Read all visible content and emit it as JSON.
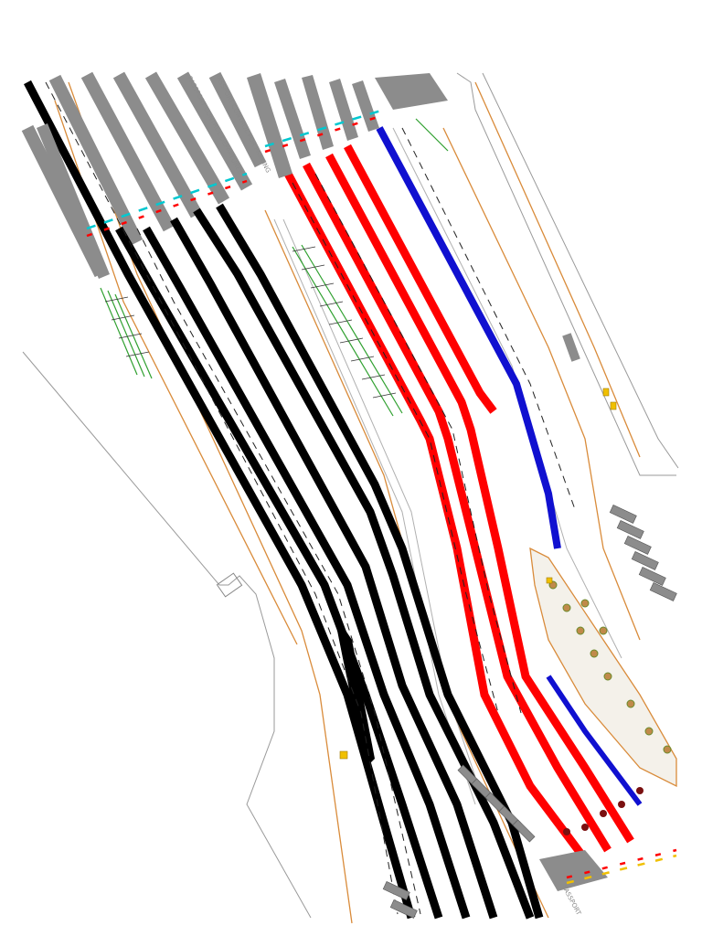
{
  "drawing": {
    "labels": {
      "top_left_1": "PASSPORT CONTROL DEPARTURES",
      "top_left_2": "PASSPORT CONTROL FOR PARKING",
      "bottom_right": "PASSPORT"
    },
    "colors": {
      "background": "#ffffff",
      "lane_black": "#000000",
      "lane_red": "#ff0000",
      "lane_blue": "#1010d0",
      "booth_gray": "#8c8c8c",
      "curb_orange": "#d98b3a",
      "hatch_green": "#2fa02f",
      "marking_cyan": "#00c8d0",
      "marking_yellow": "#f0c000"
    },
    "icons": [
      "booth-icon",
      "parked-vehicle-icon",
      "hatch-area-icon",
      "traffic-cone-icon"
    ]
  }
}
